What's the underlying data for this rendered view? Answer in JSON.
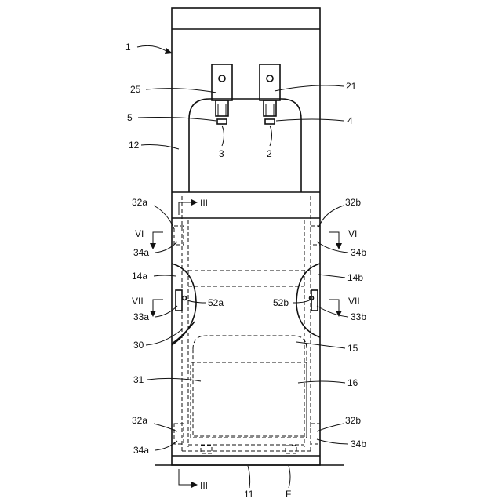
{
  "labels": {
    "l1": "1",
    "l25": "25",
    "l21": "21",
    "l5": "5",
    "l4": "4",
    "l3": "3",
    "l2": "2",
    "l12": "12",
    "l32a_top": "32a",
    "l32b_top": "32b",
    "l3_arrow_top": "III",
    "l3_arrow_bottom": "III",
    "l6_left": "VI",
    "l6_right": "VI",
    "l34a_top": "34a",
    "l34b_top": "34b",
    "l14a": "14a",
    "l14b": "14b",
    "l7_left": "VII",
    "l7_right": "VII",
    "l52a": "52a",
    "l52b": "52b",
    "l33a": "33a",
    "l33b": "33b",
    "l30": "30",
    "l15": "15",
    "l31": "31",
    "l16": "16",
    "l32a_bot": "32a",
    "l32b_bot": "32b",
    "l34a_bot": "34a",
    "l34b_bot": "34b",
    "l11": "11",
    "lF": "F"
  }
}
